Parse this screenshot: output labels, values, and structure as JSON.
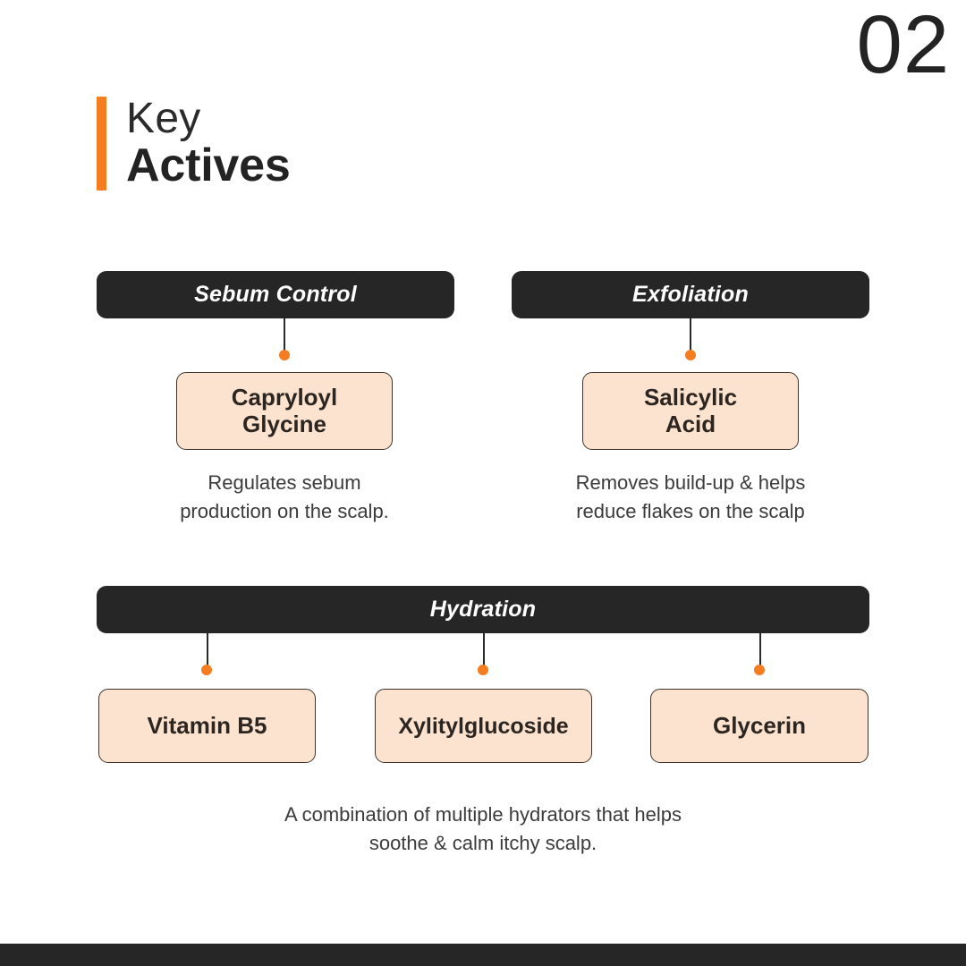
{
  "page": {
    "number": "02",
    "accent_color": "#F57C1F",
    "dark_color": "#262626",
    "card_fill_color": "#FCE3CF",
    "background_color": "#FFFFFF"
  },
  "title": {
    "line_1": "Key",
    "line_2": "Actives"
  },
  "groups": [
    {
      "header": "Sebum Control",
      "chips": [
        {
          "label": "Capryloyl\nGlycine",
          "line_1": "Capryloyl",
          "line_2": "Glycine"
        }
      ],
      "caption_line_1": "Regulates sebum",
      "caption_line_2": "production on the scalp."
    },
    {
      "header": "Exfoliation",
      "chips": [
        {
          "label": "Salicylic\nAcid",
          "line_1": "Salicylic",
          "line_2": "Acid"
        }
      ],
      "caption_line_1": "Removes build-up & helps",
      "caption_line_2": "reduce flakes on the scalp"
    },
    {
      "header": "Hydration",
      "chips": [
        {
          "label": "Vitamin B5"
        },
        {
          "label": "Xylitylglucoside"
        },
        {
          "label": "Glycerin"
        }
      ],
      "caption_line_1": "A combination of multiple hydrators that helps",
      "caption_line_2": "soothe & calm itchy scalp."
    }
  ]
}
